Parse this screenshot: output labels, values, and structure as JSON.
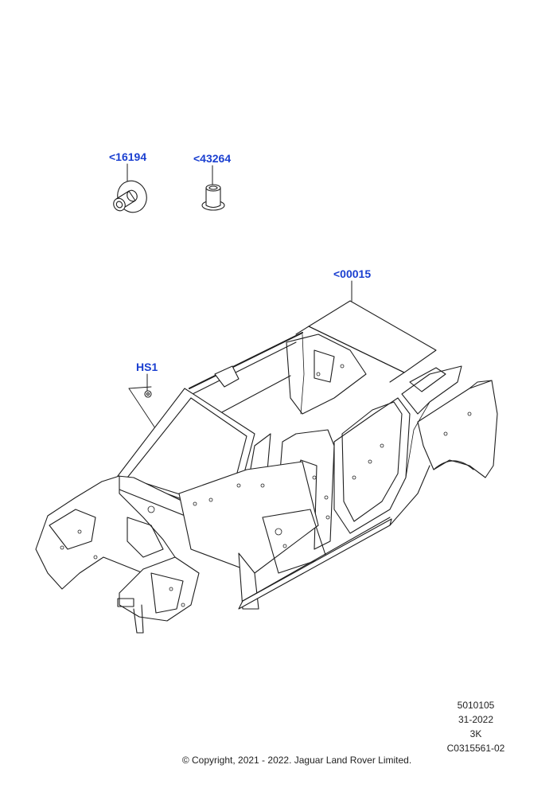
{
  "colors": {
    "callout": "#1a3fd0",
    "line": "#1e1e1e",
    "fill": "#ffffff"
  },
  "callouts": {
    "part_16194": "<16194",
    "part_43264": "<43264",
    "part_00015": "<00015",
    "part_hs1": "HS1"
  },
  "info": {
    "code1": "5010105",
    "code2": "31-2022",
    "code3": "3K",
    "code4": "C0315561-02"
  },
  "footer": {
    "copyright": "© Copyright, 2021 - 2022. Jaguar Land Rover Limited."
  }
}
